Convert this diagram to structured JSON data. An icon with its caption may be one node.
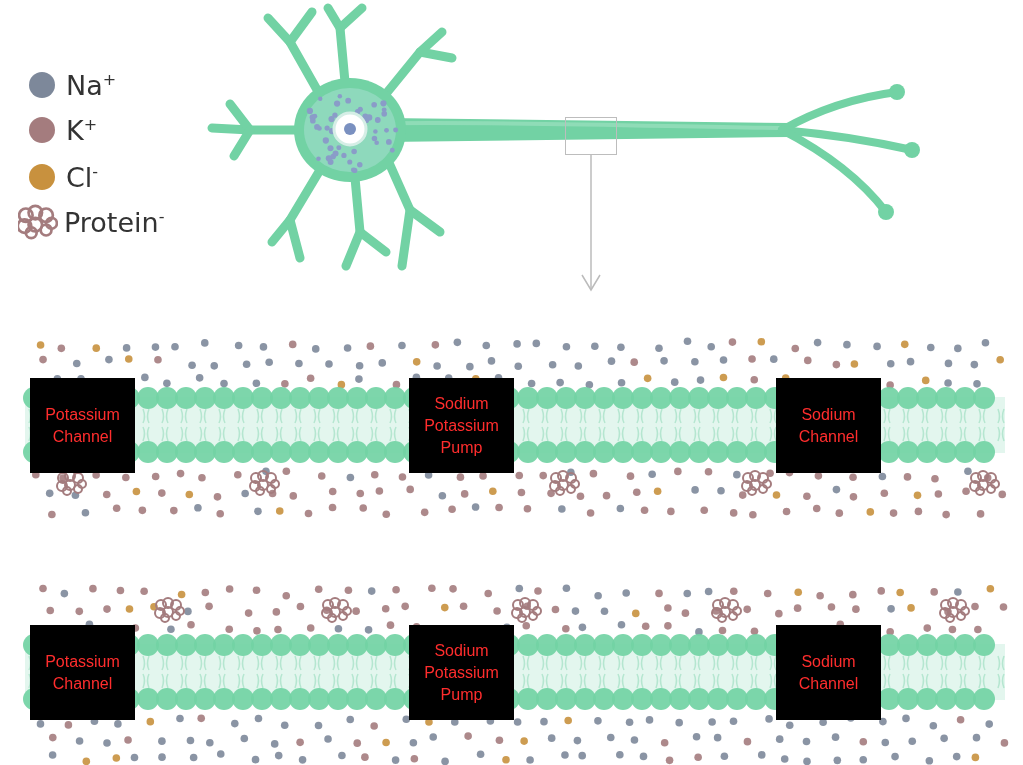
{
  "diagram": {
    "nodes": [
      {
        "text": [],
        "shape": "box"
      },
      {
        "text": [],
        "shape": "picture"
      },
      {
        "text": [
          "Potassium Channel"
        ],
        "in": 1
      },
      {
        "text": [
          "Sodium Potassium Pump"
        ],
        "in": 1
      },
      {
        "text": [
          "Sodium Channel"
        ],
        "in": 1
      },
      {
        "text": [],
        "shape": "picture"
      },
      {
        "text": [
          "Potassium Channel"
        ],
        "in": 5
      },
      {
        "text": [
          "Sodium Potassium Pump"
        ],
        "in": 5
      },
      {
        "text": [
          "Sodium Channel"
        ],
        "in": 5
      }
    ],
    "edges": [
      {
        "from": 0,
        "to": 1,
        "arrow": "to"
      }
    ],
    "legend": [
      {
        "text": "Na$^{+}$",
        "color": "#7d889a"
      },
      {
        "text": "K$^{+}$",
        "color": "#a47c7e"
      },
      {
        "text": "Cl$^{-}$",
        "color": "#c8913e"
      },
      {
        "text": "Protein$^{-}$"
      }
    ]
  }
}
